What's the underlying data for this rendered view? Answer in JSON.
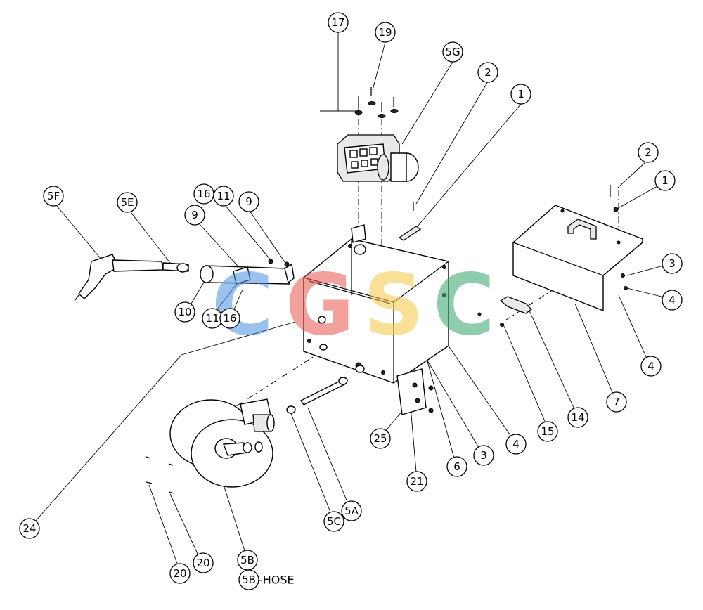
{
  "diagram": {
    "callouts": [
      {
        "id": "c17",
        "label": "17"
      },
      {
        "id": "c19",
        "label": "19"
      },
      {
        "id": "c5g",
        "label": "5G"
      },
      {
        "id": "c2a",
        "label": "2"
      },
      {
        "id": "c1a",
        "label": "1"
      },
      {
        "id": "c2b",
        "label": "2"
      },
      {
        "id": "c1b",
        "label": "1"
      },
      {
        "id": "c3a",
        "label": "3"
      },
      {
        "id": "c4a",
        "label": "4"
      },
      {
        "id": "c4b",
        "label": "4"
      },
      {
        "id": "c7",
        "label": "7"
      },
      {
        "id": "c14",
        "label": "14"
      },
      {
        "id": "c15",
        "label": "15"
      },
      {
        "id": "c4c",
        "label": "4"
      },
      {
        "id": "c3b",
        "label": "3"
      },
      {
        "id": "c6",
        "label": "6"
      },
      {
        "id": "c21",
        "label": "21"
      },
      {
        "id": "c25",
        "label": "25"
      },
      {
        "id": "c5a",
        "label": "5A"
      },
      {
        "id": "c5c",
        "label": "5C"
      },
      {
        "id": "c5b",
        "label": "5B"
      },
      {
        "id": "c20a",
        "label": "20"
      },
      {
        "id": "c20b",
        "label": "20"
      },
      {
        "id": "c24",
        "label": "24"
      },
      {
        "id": "c5f",
        "label": "5F"
      },
      {
        "id": "c5e",
        "label": "5E"
      },
      {
        "id": "c16a",
        "label": "16"
      },
      {
        "id": "c11a",
        "label": "11"
      },
      {
        "id": "c9a",
        "label": "9"
      },
      {
        "id": "c9b",
        "label": "9"
      },
      {
        "id": "c10",
        "label": "10"
      },
      {
        "id": "c11b",
        "label": "11"
      },
      {
        "id": "c16b",
        "label": "16"
      }
    ],
    "hose_legend": {
      "badge": "5B",
      "text": "-HOSE"
    }
  },
  "watermark": {
    "letters": [
      "C",
      "G",
      "S",
      "C"
    ],
    "colors": [
      "#4a90e2",
      "#e8554e",
      "#f4c842",
      "#34a26b"
    ]
  }
}
